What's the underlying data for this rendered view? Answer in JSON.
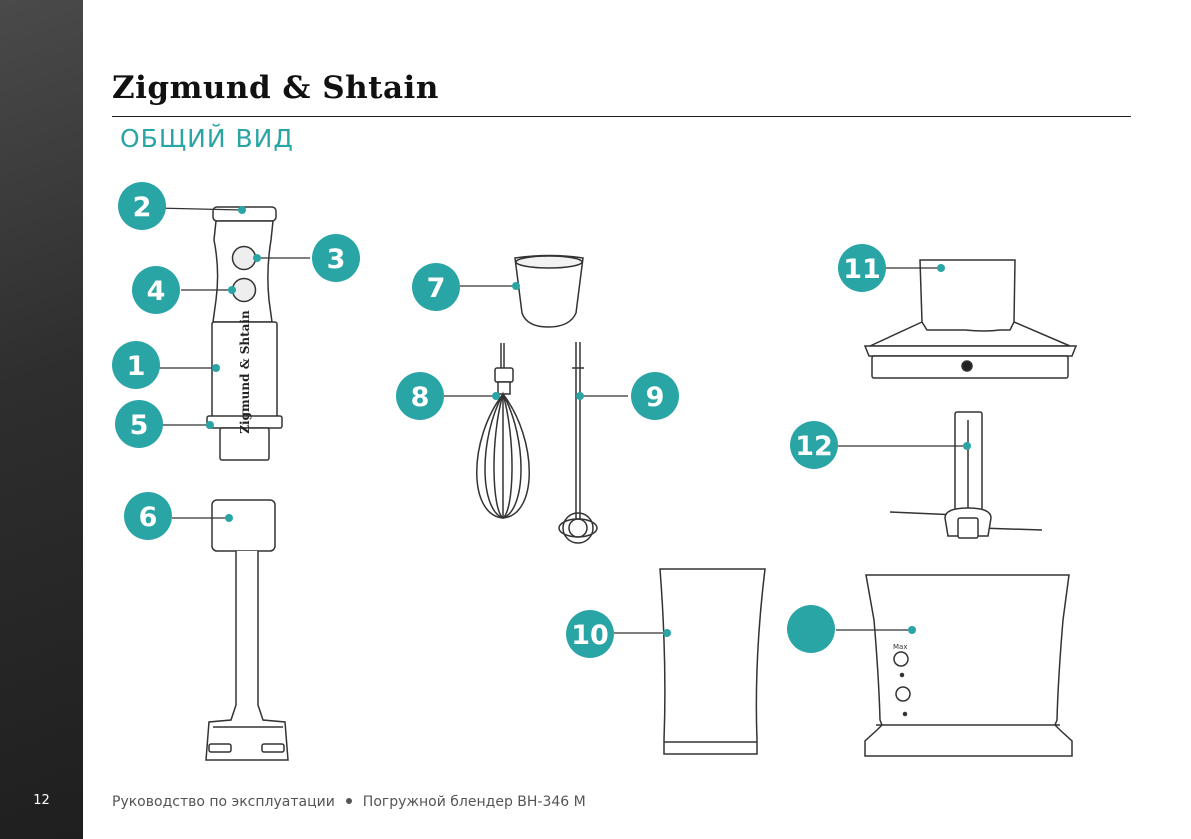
{
  "page": {
    "number": "12",
    "brand": "Zigmund & Shtain",
    "section_title": "ОБЩИЙ ВИД",
    "footer": {
      "manual": "Руководство по эксплуатации",
      "product": "Погружной блендер BH-346 M"
    }
  },
  "device_labels": {
    "body_brand": "Zigmund & Shtain",
    "container_marking": "Max"
  },
  "callouts": [
    "1",
    "2",
    "3",
    "4",
    "5",
    "6",
    "7",
    "8",
    "9",
    "10",
    "11",
    "12"
  ],
  "colors": {
    "accent": "#2aa5a6",
    "sidebar": "#2e2e2e",
    "line_art": "#333333"
  }
}
